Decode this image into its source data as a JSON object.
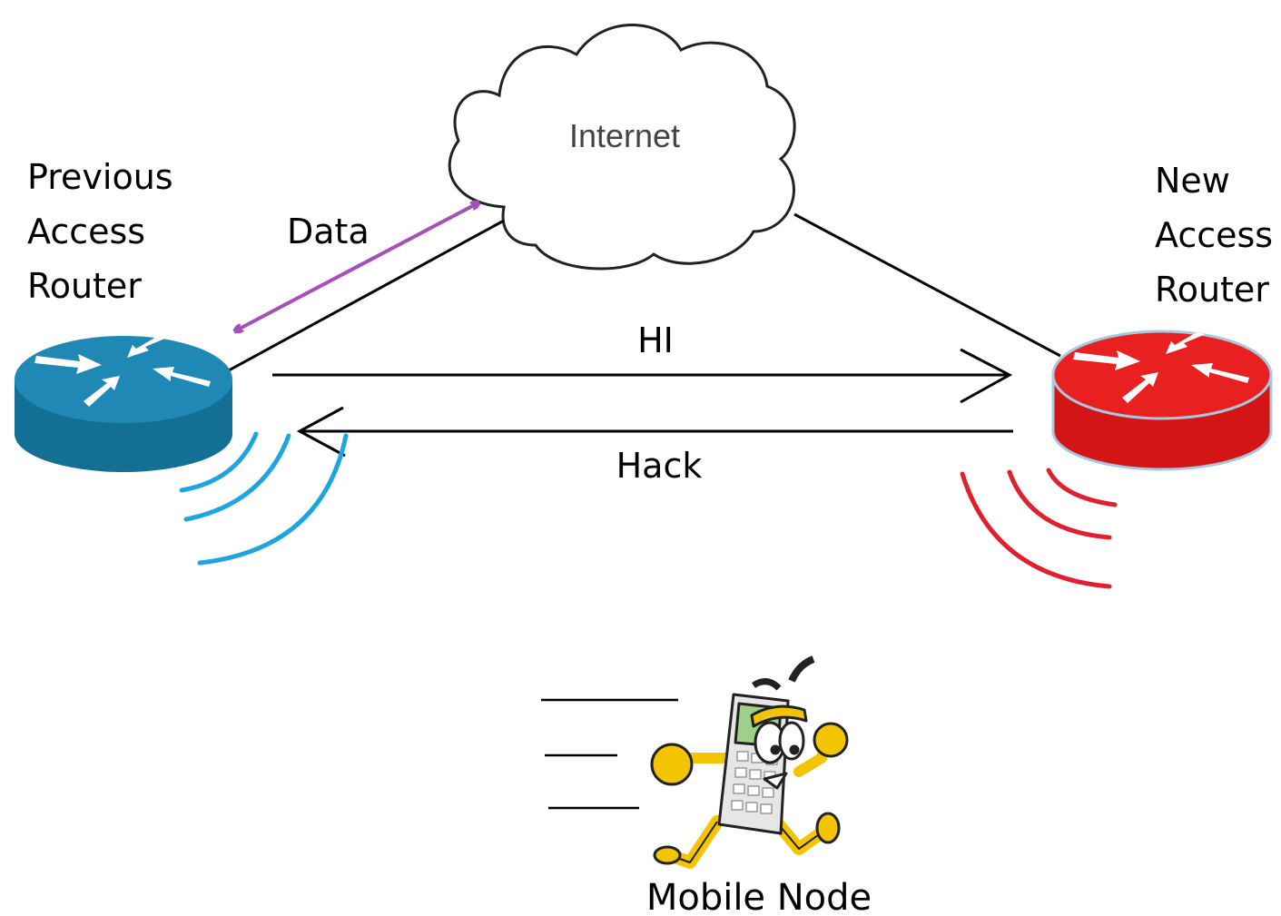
{
  "labels": {
    "internet": "Internet",
    "previous_router": [
      "Previous",
      "Access",
      "Router"
    ],
    "new_router": [
      "New",
      "Access",
      "Router"
    ],
    "data": "Data",
    "hi": "HI",
    "hack": "Hack",
    "mobile_node": "Mobile Node"
  },
  "colors": {
    "previous_router": "#1a7fa8",
    "new_router": "#e02020",
    "data_arrow": "#a64fb8",
    "previous_signal": "#1ea5e0",
    "new_signal": "#e0202e",
    "lines": "#000000"
  },
  "icons": {
    "previous_router": "router-icon",
    "new_router": "router-icon",
    "internet": "cloud-icon",
    "mobile_node": "running-phone-mascot"
  }
}
